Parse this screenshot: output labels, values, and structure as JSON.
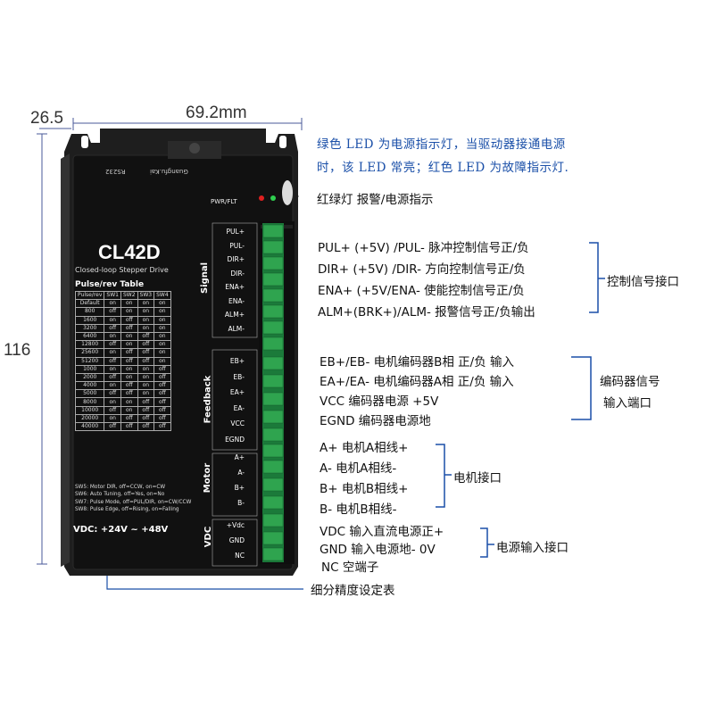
{
  "dimensions": {
    "depth": "26.5",
    "width": "69.2mm",
    "height": "116"
  },
  "notes": [
    "绿色 LED 为电源指示灯，当驱动器接通电源",
    "时，该 LED 常亮；红色 LED 为故障指示灯."
  ],
  "led_label": "红绿灯 报警/电源指示",
  "device": {
    "model": "CL42D",
    "subtitle": "Closed-loop Stepper Drive",
    "table_title": "Pulse/rev Table",
    "rs232": "RS232",
    "brand": "Guangfu.Kai",
    "pwr_flt": "PWR/FLT",
    "vdc_range": "VDC: +24V ~ +48V",
    "sections": [
      "Signal",
      "Feedback",
      "Motor",
      "VDC"
    ],
    "signal_pins": [
      "PUL+",
      "PUL-",
      "DIR+",
      "DIR-",
      "ENA+",
      "ENA-",
      "ALM+",
      "ALM-"
    ],
    "feedback_pins": [
      "EB+",
      "EB-",
      "EA+",
      "EA-",
      "VCC",
      "EGND"
    ],
    "motor_pins": [
      "A+",
      "A-",
      "B+",
      "B-"
    ],
    "vdc_pins": [
      "+Vdc",
      "GND",
      "NC"
    ],
    "table_headers": [
      "Pulse/rev",
      "SW1",
      "SW2",
      "SW3",
      "SW4"
    ],
    "table_rows": [
      [
        "Default",
        "on",
        "on",
        "on",
        "on"
      ],
      [
        "800",
        "off",
        "on",
        "on",
        "on"
      ],
      [
        "1600",
        "on",
        "off",
        "on",
        "on"
      ],
      [
        "3200",
        "off",
        "off",
        "on",
        "on"
      ],
      [
        "6400",
        "on",
        "on",
        "off",
        "on"
      ],
      [
        "12800",
        "off",
        "on",
        "off",
        "on"
      ],
      [
        "25600",
        "on",
        "off",
        "off",
        "on"
      ],
      [
        "51200",
        "off",
        "off",
        "off",
        "on"
      ],
      [
        "1000",
        "on",
        "on",
        "on",
        "off"
      ],
      [
        "2000",
        "off",
        "on",
        "on",
        "off"
      ],
      [
        "4000",
        "on",
        "off",
        "on",
        "off"
      ],
      [
        "5000",
        "off",
        "off",
        "on",
        "off"
      ],
      [
        "8000",
        "on",
        "on",
        "off",
        "off"
      ],
      [
        "10000",
        "off",
        "on",
        "off",
        "off"
      ],
      [
        "20000",
        "on",
        "off",
        "off",
        "off"
      ],
      [
        "40000",
        "off",
        "off",
        "off",
        "off"
      ]
    ],
    "sw_notes": [
      "SW5: Motor DIR, off=CCW, on=CW",
      "SW6: Auto Tuning, off=Yes, on=No",
      "SW7: Pulse Mode, off=PUL/DIR, on=CW/CCW",
      "SW8: Pulse Edge, off=Rising, on=Falling"
    ]
  },
  "groups": {
    "control": {
      "lines": [
        "PUL+ (+5V) /PUL- 脉冲控制信号正/负",
        "DIR+ (+5V) /DIR-  方向控制信号正/负",
        "ENA+ (+5V/ENA- 使能控制信号正/负",
        "ALM+(BRK+)/ALM- 报警信号正/负输出"
      ],
      "label": "控制信号接口"
    },
    "encoder": {
      "lines": [
        "EB+/EB- 电机编码器B相 正/负 输入",
        "EA+/EA- 电机编码器A相 正/负 输入",
        "VCC 编码器电源 +5V",
        "EGND 编码器电源地"
      ],
      "label1": "编码器信号",
      "label2": "输入端口"
    },
    "motor": {
      "lines": [
        "A+ 电机A相线+",
        "A- 电机A相线-",
        "B+ 电机B相线+",
        "B- 电机B相线-"
      ],
      "label": "电机接口"
    },
    "power": {
      "lines": [
        "VDC 输入直流电源正+",
        "GND 输入电源地- 0V",
        "NC  空端子"
      ],
      "label": "电源输入接口"
    }
  },
  "table_note": "细分精度设定表"
}
